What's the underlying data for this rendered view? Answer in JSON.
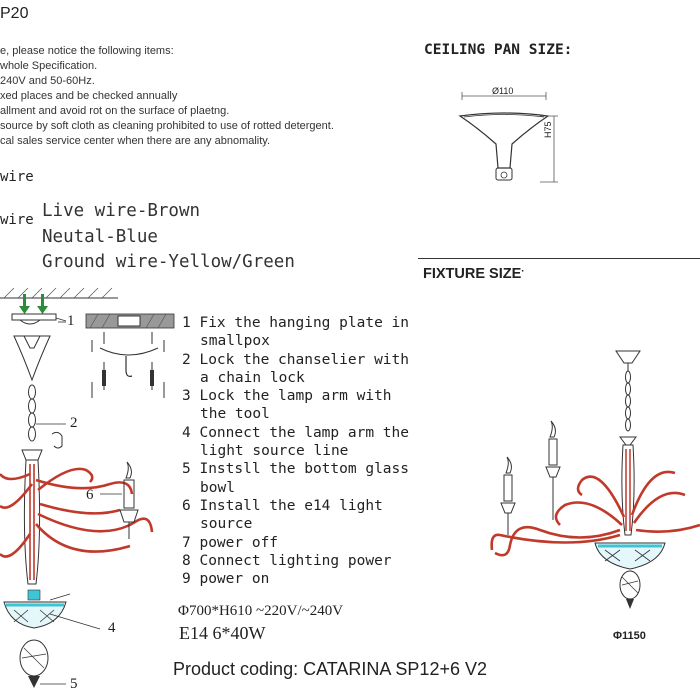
{
  "header": {
    "model_fragment": "P20"
  },
  "notice": {
    "lines": [
      "e, please notice the following items:",
      "whole Specification.",
      "240V and 50-60Hz.",
      "xed places and be checked annually",
      "allment and avoid rot on the surface of plaetng.",
      "source by soft cloth as cleaning prohibited to use of rotted detergent.",
      "cal sales service center when there are any abnomality."
    ]
  },
  "wiring": {
    "label_1": "wire",
    "label_2": "wire",
    "lines": [
      "Live wire-Brown",
      "Neutal-Blue",
      "Ground wire-Yellow/Green"
    ]
  },
  "ceiling_pan": {
    "title": "CEILING PAN SIZE:",
    "diameter": "Ø110",
    "height": "H75"
  },
  "fixture": {
    "title": "FIXTURE SIZE",
    "title_mark": "·",
    "diameter": "Φ1150"
  },
  "steps": [
    {
      "num": "1",
      "lines": [
        "Fix the hanging plate in",
        "smallpox"
      ]
    },
    {
      "num": "2",
      "lines": [
        "Lock the chanselier with",
        "a chain lock"
      ]
    },
    {
      "num": "3",
      "lines": [
        "Lock the lamp arm with",
        "the tool"
      ]
    },
    {
      "num": "4",
      "lines": [
        "Connect the lamp arm the",
        "light source line"
      ]
    },
    {
      "num": "5",
      "lines": [
        "Instsll the bottom glass",
        "bowl"
      ]
    },
    {
      "num": "6",
      "lines": [
        "Install the e14 light",
        "source"
      ]
    },
    {
      "num": "7",
      "lines": [
        "power off"
      ]
    },
    {
      "num": "8",
      "lines": [
        "Connect lighting power"
      ]
    },
    {
      "num": "9",
      "lines": [
        "power on"
      ]
    }
  ],
  "specs": {
    "size_voltage": "Φ700*H610 ~220V/~240V",
    "bulbs": "E14 6*40W"
  },
  "callouts": [
    "1",
    "2",
    "4",
    "5",
    "6"
  ],
  "product_coding": "Product coding: CATARINA SP12+6 V2",
  "colors": {
    "arm_red": "#c0392b",
    "glass_cyan": "#3fc4d6",
    "arrow_green": "#2e8b3c"
  }
}
